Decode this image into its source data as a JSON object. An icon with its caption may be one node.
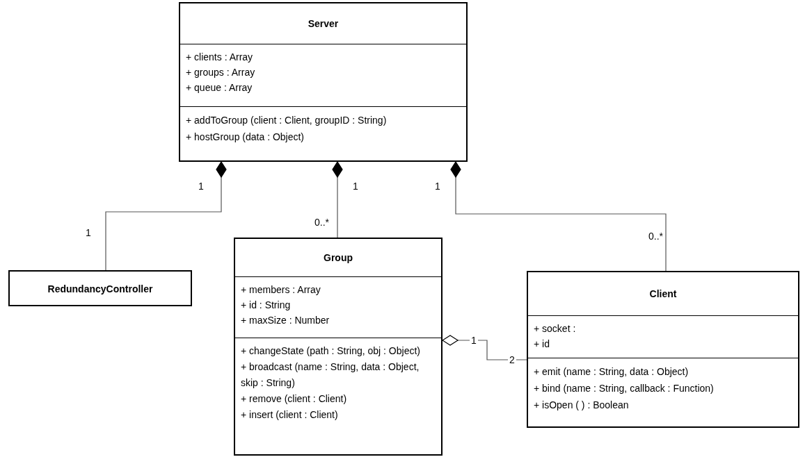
{
  "diagram": {
    "nodes": [
      {
        "text": [
          "Server",
          "+ clients : Array",
          "+ groups : Array",
          "+ queue : Array",
          "+ addToGroup (client : Client, groupID : String)",
          "+ hostGroup (data : Object)"
        ]
      },
      {
        "text": [
          "RedundancyController"
        ]
      },
      {
        "text": [
          "Group",
          "+ members : Array",
          "+ id : String",
          "+ maxSize : Number",
          "+ changeState (path : String, obj : Object)",
          "+ broadcast (name : String, data : Object, skip : String)",
          "+ remove (client : Client)",
          "+ insert (client : Client)"
        ]
      },
      {
        "text": [
          "Client",
          "+ socket :",
          "+ id",
          "+ emit (name : String, data : Object)",
          "+ bind (name : String, callback : Function)",
          "+ isOpen ( ) : Boolean"
        ]
      }
    ],
    "edges": [
      {
        "from": 0,
        "to": 1,
        "arrow": "other"
      },
      {
        "from": 0,
        "to": 2,
        "arrow": "other"
      },
      {
        "from": 0,
        "to": 3,
        "arrow": "other"
      },
      {
        "from": 2,
        "to": 3,
        "arrow": "other"
      }
    ],
    "labels": [
      "1",
      "1",
      "1",
      "0..*",
      "1",
      "0..*",
      "1",
      "2"
    ]
  }
}
